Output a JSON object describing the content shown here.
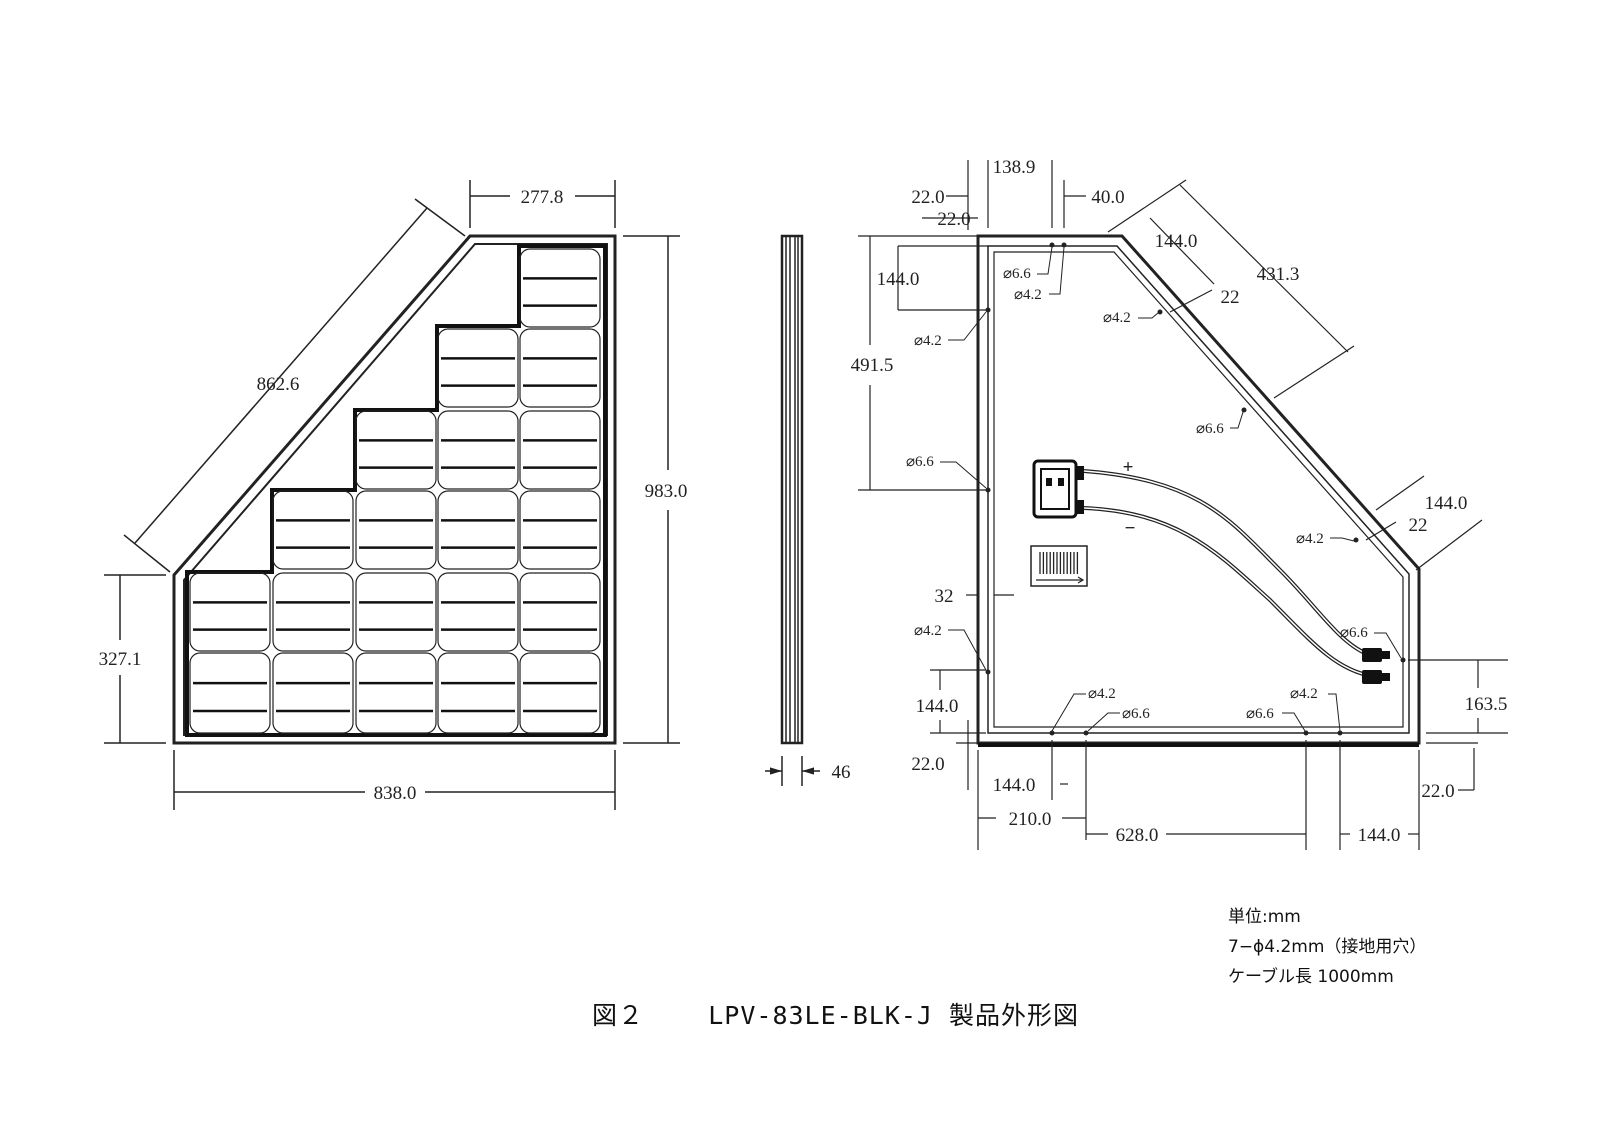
{
  "front_view": {
    "dim_top_width": "277.8",
    "dim_diagonal": "862.6",
    "dim_height": "983.0",
    "dim_lower_height": "327.1",
    "dim_bottom_width": "838.0"
  },
  "side_view": {
    "dim_thickness": "46"
  },
  "back_view": {
    "dim_138_9": "138.9",
    "dim_22_0_a": "22.0",
    "dim_40_0": "40.0",
    "dim_22_0_b": "22.0",
    "dim_144_0_top_left": "144.0",
    "dim_144_0_diag_top": "144.0",
    "dim_431_3": "431.3",
    "dim_491_5": "491.5",
    "dim_22_diag_top": "22",
    "dim_144_0_diag_bottom": "144.0",
    "dim_22_diag_bottom": "22",
    "dim_32": "32",
    "dim_163_5": "163.5",
    "dim_144_0_left_bottom": "144.0",
    "dim_22_0_left_bottom": "22.0",
    "dim_144_0_bottom": "144.0",
    "dim_210_0": "210.0",
    "dim_628_0": "628.0",
    "dim_144_0_bottom_right": "144.0",
    "dim_22_0_right_bottom": "22.0",
    "hole_6_6": "⌀6.6",
    "hole_4_2": "⌀4.2",
    "plus_sign": "+",
    "minus_sign": "−"
  },
  "notes": {
    "unit": "単位:mm",
    "holes": "7−ϕ4.2mm（接地用穴）",
    "cable": "ケーブル長 1000mm"
  },
  "caption": {
    "figure": "図２",
    "title": "LPV-83LE-BLK-J 製品外形図"
  }
}
